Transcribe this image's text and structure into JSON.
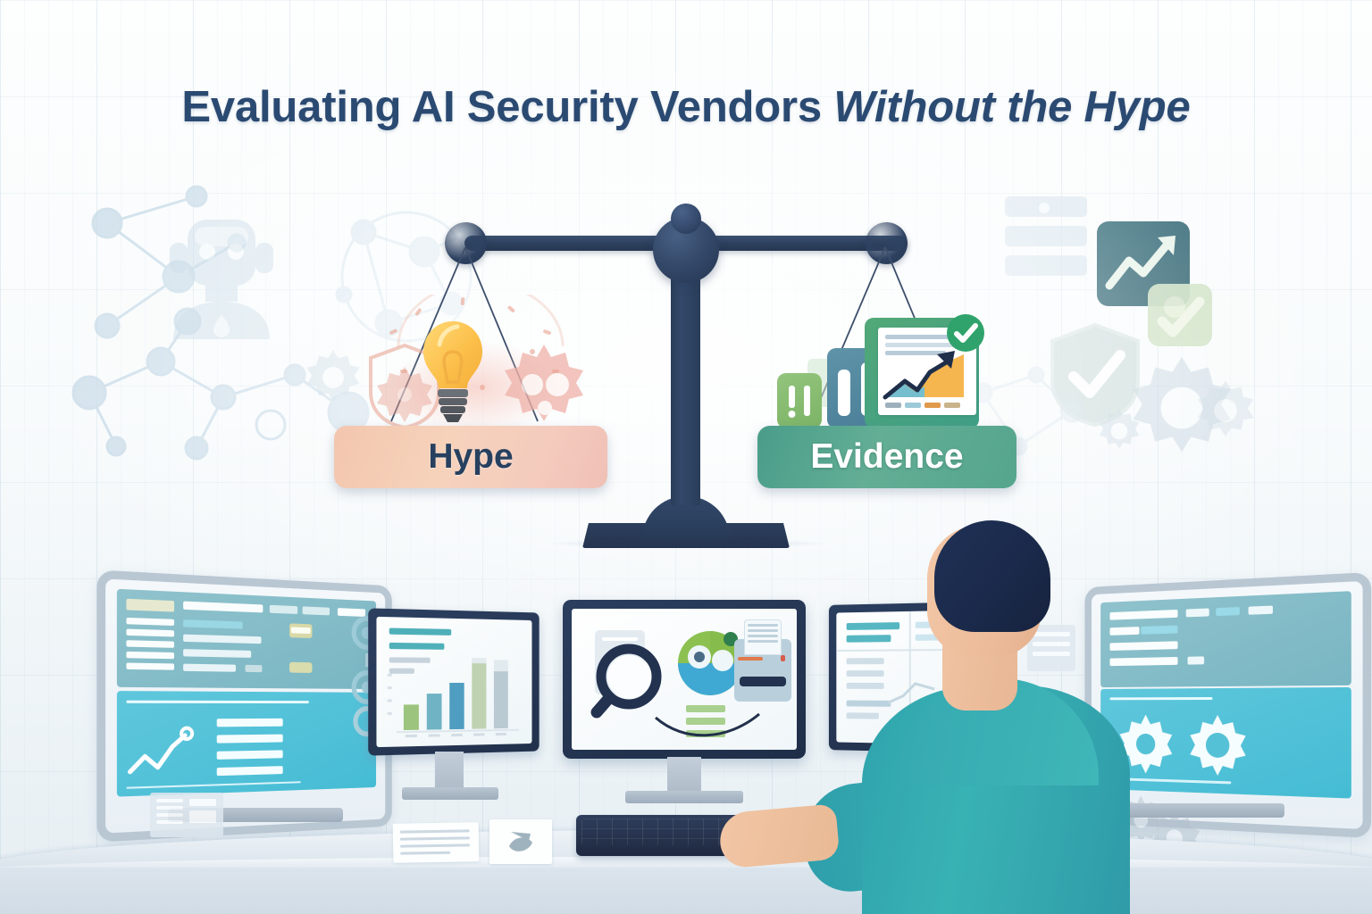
{
  "title": {
    "main": "Evaluating AI Security Vendors ",
    "italic": "Without the Hype"
  },
  "colors": {
    "title_navy": "#2b4a72",
    "scale_navy": "#2c3f5c",
    "hype_peach": "#f3c6ae",
    "evidence_green": "#4a9d8a",
    "shirt_teal": "#2f9ba8",
    "background": "#fbfdfe",
    "accent_amber": "#f6b93b",
    "check_green": "#2fa36b"
  },
  "scale": {
    "name": "balance-scale",
    "left_pan": {
      "label": "Hype",
      "icons": [
        "lightbulb-icon",
        "gear-icon",
        "shield-icon"
      ]
    },
    "right_pan": {
      "label": "Evidence",
      "icons": [
        "report-chart-icon",
        "bar-chart-icon",
        "alert-icon",
        "check-badge-icon"
      ]
    }
  },
  "background_icons": [
    "robot-icon",
    "network-graph-icon",
    "gear-icon",
    "server-stack-icon",
    "trend-chart-icon",
    "check-card-icon",
    "shield-check-icon"
  ],
  "workstation": {
    "monitors": [
      {
        "name": "monitor-left-dashboard",
        "content": "dashboard-table-and-line-chart"
      },
      {
        "name": "monitor-bar-chart",
        "content": "bar-chart"
      },
      {
        "name": "monitor-center-analysis",
        "content": "magnifier-donut-document"
      },
      {
        "name": "monitor-right-report",
        "content": "report-rows"
      },
      {
        "name": "monitor-far-right-config",
        "content": "dashboard-and-gears"
      }
    ],
    "desk_items": [
      "keyboard",
      "paper-document",
      "paper-chart"
    ],
    "person": {
      "name": "analyst-figure",
      "pose": "back-view-seated",
      "shirt": "teal"
    }
  },
  "chart_data": {
    "type": "bar",
    "title": "",
    "categories": [
      "1",
      "2",
      "3",
      "4",
      "5"
    ],
    "values": [
      32,
      48,
      62,
      88,
      78
    ],
    "series": [
      {
        "name": "bars",
        "values": [
          32,
          48,
          62,
          88,
          78
        ]
      }
    ],
    "colors": [
      "#9cc47e",
      "#6fb3c4",
      "#4f9dc0",
      "#b6cf8f",
      "#aebfca"
    ],
    "xlabel": "",
    "ylabel": "",
    "ylim": [
      0,
      100
    ],
    "grid": false,
    "legend": "none"
  }
}
